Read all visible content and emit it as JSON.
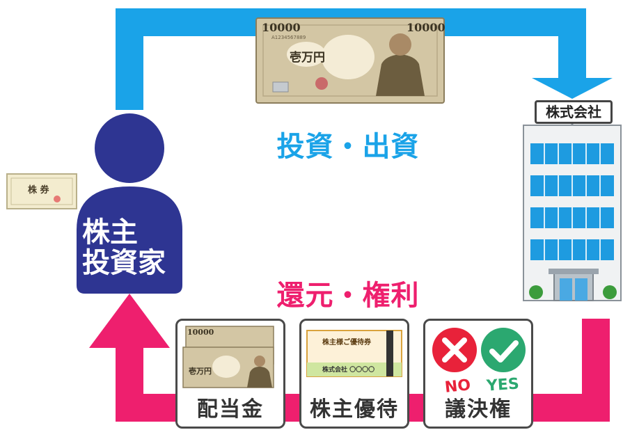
{
  "labels": {
    "invest": "投資・出資",
    "return": "還元・権利",
    "investor_line1": "株主",
    "investor_line2": "投資家",
    "company": "株式会社"
  },
  "banknote": {
    "denomination": "10000",
    "kanji": "壱万円",
    "serial": "A1234567889"
  },
  "stock_certificate": {
    "title": "株 券"
  },
  "returns": [
    {
      "label": "配当金"
    },
    {
      "label": "株主優待"
    },
    {
      "label": "議決権"
    }
  ],
  "voucher": {
    "title": "株主様ご優待券",
    "issuer": "株式会社 〇〇〇〇"
  },
  "vote": {
    "no": "NO",
    "yes": "YES"
  },
  "colors": {
    "invest_flow": "#1aa3e8",
    "return_flow": "#ee1f6e",
    "investor": "#2e3592",
    "building": "#9aa4ad",
    "window": "#1e9be0"
  }
}
